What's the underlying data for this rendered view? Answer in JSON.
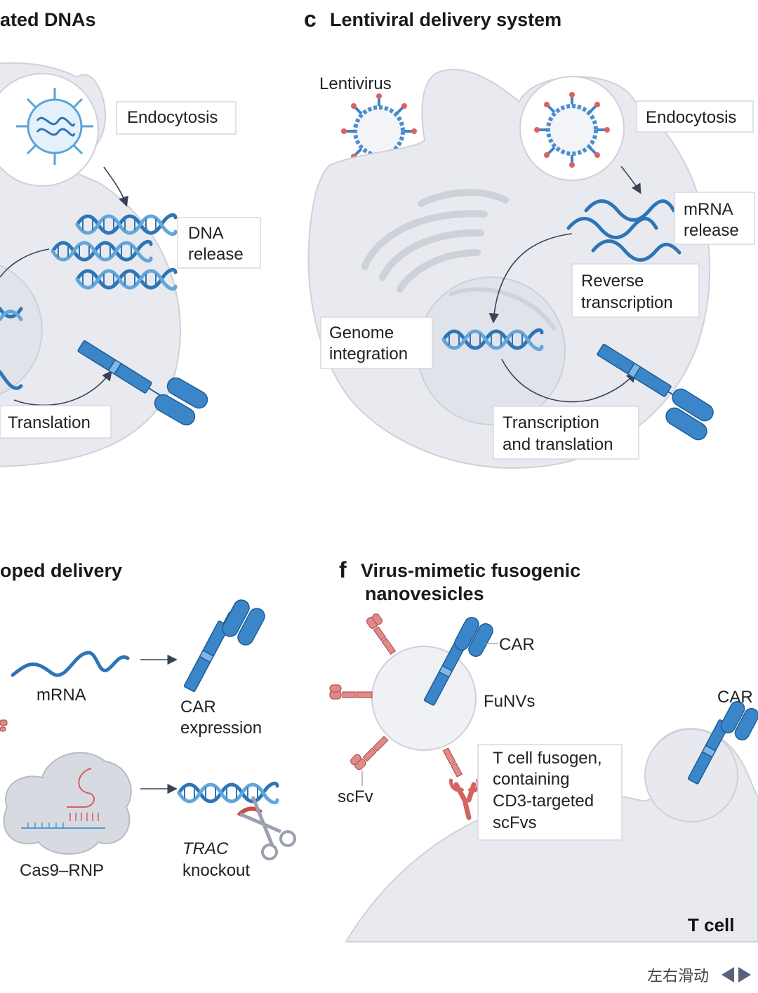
{
  "panels": {
    "b": {
      "title_fragment": "ated DNAs",
      "labels": {
        "endocytosis": "Endocytosis",
        "dna_release_1": "DNA",
        "dna_release_2": "release",
        "translation": "Translation"
      }
    },
    "c": {
      "letter": "c",
      "title": "Lentiviral delivery system",
      "labels": {
        "lentivirus": "Lentivirus",
        "endocytosis": "Endocytosis",
        "mrna_release_1": "mRNA",
        "mrna_release_2": "release",
        "reverse_1": "Reverse",
        "reverse_2": "transcription",
        "genome_1": "Genome",
        "genome_2": "integration",
        "transl_1": "Transcription",
        "transl_2": "and translation"
      }
    },
    "e": {
      "title_fragment": "oped delivery",
      "labels": {
        "mrna": "mRNA",
        "car_expr_1": "CAR",
        "car_expr_2": "expression",
        "cas9": "Cas9–RNP",
        "trac": "TRAC",
        "knockout": "knockout"
      }
    },
    "f": {
      "letter": "f",
      "title_1": "Virus-mimetic fusogenic",
      "title_2": "nanovesicles",
      "labels": {
        "car_top": "CAR",
        "funvs": "FuNVs",
        "scfv": "scFv",
        "fusogen_1": "T cell fusogen,",
        "fusogen_2": "containing",
        "fusogen_3": "CD3-targeted",
        "fusogen_4": "scFvs",
        "car_right": "CAR",
        "tcell": "T cell"
      }
    }
  },
  "nav": {
    "text": "左右滑动",
    "icons": [
      "triangle-left-icon",
      "triangle-right-icon"
    ]
  }
}
